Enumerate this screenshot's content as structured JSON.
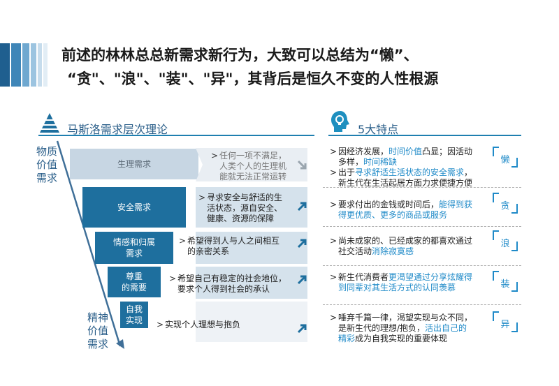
{
  "colors": {
    "accent": "#1f7fb0",
    "band_dark": "#1e6f9e",
    "band_light": "#c7d6e3",
    "highlight": "#1f8ac8"
  },
  "title": {
    "line1": "前述的林林总总新需求新行为，大致可以总结为“懒”、",
    "line2": "“贪\"、\"浪\"、\"装\"、\"异\"，其背后是恒久不变的人性根源"
  },
  "left_section": {
    "icon": "pyramid-icon",
    "title": "马斯洛需求层次理论"
  },
  "right_section": {
    "icon": "head-lightbulb-icon",
    "title": "5大特点"
  },
  "side_labels": {
    "material": "物质\n价值\n需求",
    "spiritual": "精神\n价值\n需求"
  },
  "levels": [
    {
      "label": "生理需求",
      "desc": "任何一项不满足，\n人类个人的生理机\n能就无法正常运转"
    },
    {
      "label": "安全需求",
      "desc": "寻求安全与舒适的生\n活状态，源自安全、\n健康、资源的保障"
    },
    {
      "label": "情感和归属\n需求",
      "desc": "希望得到人与人之间相互\n的亲密关系"
    },
    {
      "label": "尊重\n的需要",
      "desc": "希望自己有稳定的社会地位，\n要求个人得到社会的承认"
    },
    {
      "label": "自我\n实现",
      "desc": "实现个人理想与抱负"
    }
  ],
  "features": [
    {
      "char": "懒",
      "lines": [
        [
          {
            "t": "因经济发展，"
          },
          {
            "t": "时间价值",
            "hl": true
          },
          {
            "t": "凸显；因活动"
          }
        ],
        [
          {
            "t": "多样，"
          },
          {
            "t": "时间稀缺",
            "hl": true
          }
        ],
        [
          {
            "t": "出于"
          },
          {
            "t": "寻求舒适生活状态的安全需求",
            "hl": true
          },
          {
            "t": "，"
          }
        ],
        [
          {
            "t": "新生代在生活起居方面力求便捷方便"
          }
        ]
      ]
    },
    {
      "char": "贪",
      "lines": [
        [
          {
            "t": "要求付出的金钱或时间后，"
          },
          {
            "t": "能得到获",
            "hl": true
          }
        ],
        [
          {
            "t": "得更优质、更多的商品或服务",
            "hl": true
          }
        ]
      ]
    },
    {
      "char": "浪",
      "lines": [
        [
          {
            "t": "尚未成家的、已经成家的都喜欢通过"
          }
        ],
        [
          {
            "t": "社交活动"
          },
          {
            "t": "消除寂寞感",
            "hl": true
          }
        ]
      ]
    },
    {
      "char": "装",
      "lines": [
        [
          {
            "t": "新生代消费者"
          },
          {
            "t": "更渴望通过分享炫耀得",
            "hl": true
          }
        ],
        [
          {
            "t": "到同辈对其生活方式的认同羡慕",
            "hl": true
          }
        ]
      ]
    },
    {
      "char": "异",
      "lines": [
        [
          {
            "t": "唾弃千篇一律，渴望实现与众不同，"
          }
        ],
        [
          {
            "t": "是新生代的理想/抱负，"
          },
          {
            "t": "活出自己的",
            "hl": true
          }
        ],
        [
          {
            "t": "精彩",
            "hl": true
          },
          {
            "t": "成为自我实现的重要体现"
          }
        ]
      ]
    }
  ]
}
